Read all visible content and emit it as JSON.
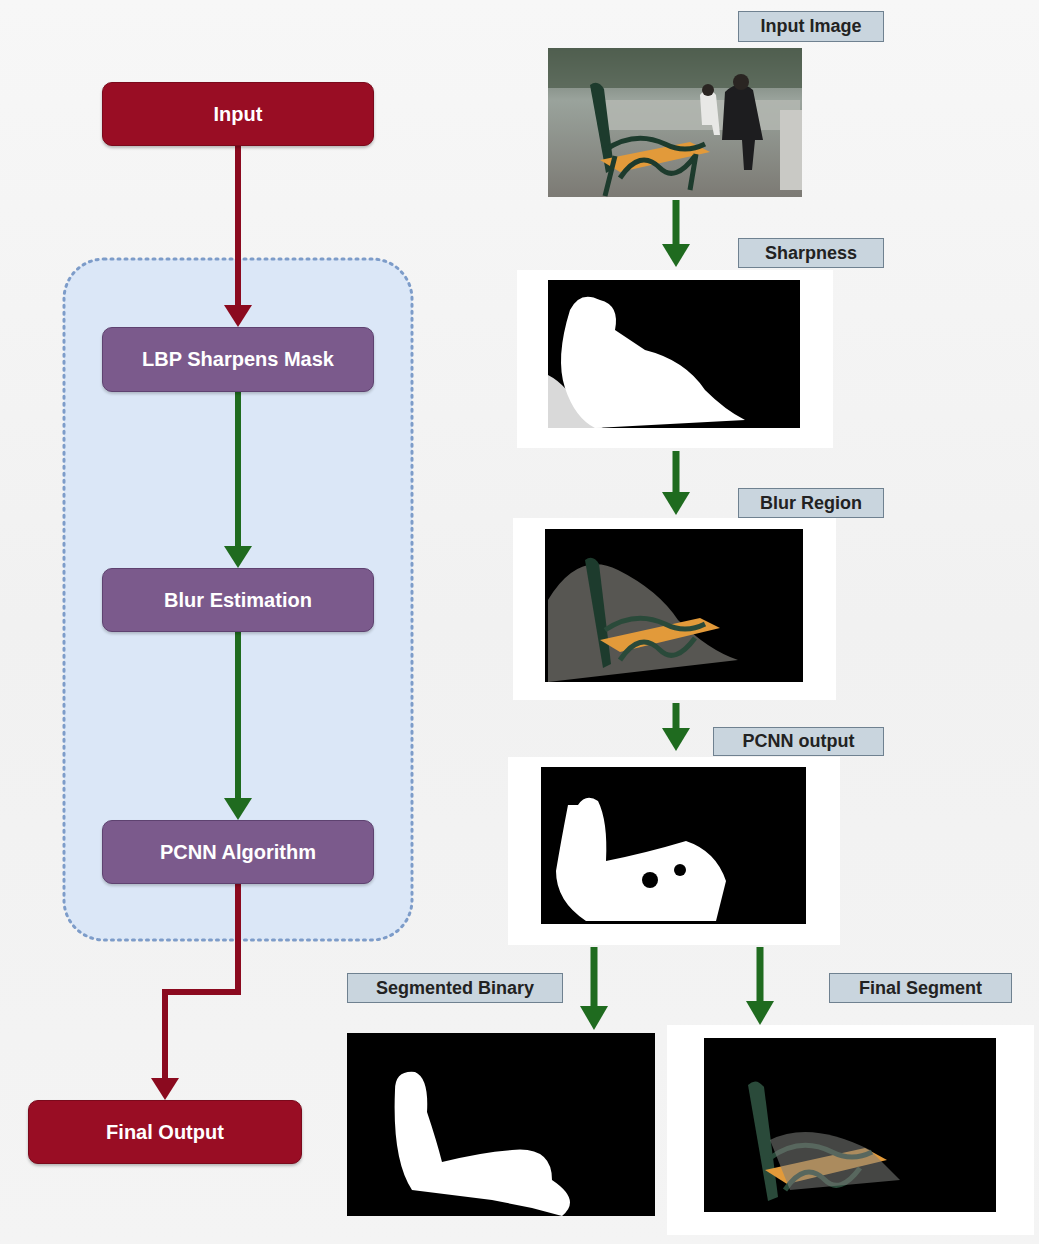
{
  "diagram": {
    "nodes": [
      {
        "text": [
          "Input"
        ]
      },
      {
        "text": [
          "LBP Sharpens Mask"
        ]
      },
      {
        "text": [
          "Blur Estimation"
        ]
      },
      {
        "text": [
          "PCNN Algorithm"
        ]
      },
      {
        "text": [
          "Final Output"
        ]
      },
      {
        "text": [
          "Input Image"
        ]
      },
      {
        "text": [
          "Sharpness"
        ]
      },
      {
        "text": [
          "Blur Region"
        ]
      },
      {
        "text": [
          "PCNN output"
        ]
      },
      {
        "text": [
          "Segmented Binary"
        ]
      },
      {
        "text": [
          "Final Segment"
        ]
      }
    ],
    "edges": [
      {
        "from": 0,
        "to": 1,
        "arrow": "to"
      },
      {
        "from": 1,
        "to": 2,
        "arrow": "to"
      },
      {
        "from": 2,
        "to": 3,
        "arrow": "to"
      },
      {
        "from": 3,
        "to": 4,
        "arrow": "to"
      }
    ]
  }
}
